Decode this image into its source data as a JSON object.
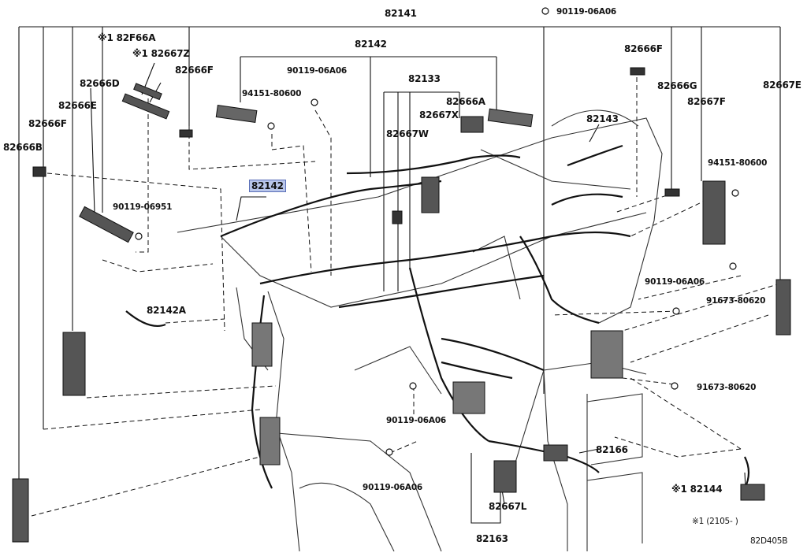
{
  "diagram_code": "82D405B",
  "footnote": "※1 (2105-      )",
  "parts": {
    "p82141": "82141",
    "p82142_top": "82142",
    "p82142_hl": "82142",
    "p82133": "82133",
    "p82143": "82143",
    "p82142A": "82142A",
    "p82144": "※1 82144",
    "p82163": "82163",
    "p82166": "82166",
    "p82667L": "82667L",
    "p82667W": "82667W",
    "p82667X": "82667X",
    "p82666A": "82666A",
    "p82F66A": "※1 82F66A",
    "p82667Z": "※1 82667Z",
    "p82666D": "82666D",
    "p82666F_a": "82666F",
    "p82666E": "82666E",
    "p82666F_b": "82666F",
    "p82666B": "82666B",
    "p82666F_c": "82666F",
    "p82666G": "82666G",
    "p82667F": "82667F",
    "p82667E": "82667E",
    "b90119_06A06_top": "90119-06A06",
    "b90119_06A06_b": "90119-06A06",
    "b94151_80600_a": "94151-80600",
    "b90119_06951": "90119-06951",
    "b94151_80600_b": "94151-80600",
    "b90119_06A06_r": "90119-06A06",
    "b91673_80620_a": "91673-80620",
    "b91673_80620_b": "91673-80620",
    "b90119_06A06_c": "90119-06A06",
    "b90119_06A06_d": "90119-06A06"
  }
}
